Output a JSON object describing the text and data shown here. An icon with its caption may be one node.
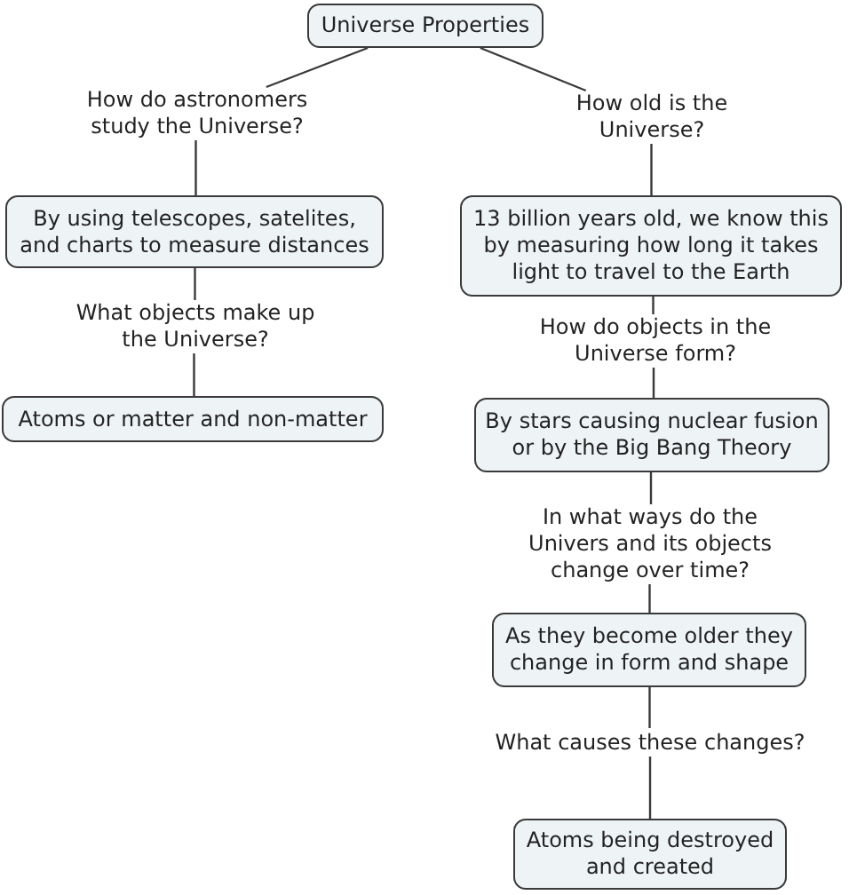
{
  "diagram": {
    "nodes": [
      {
        "text": [
          "Universe Properties"
        ]
      },
      {
        "text": [
          "How do astronomers study the Universe?"
        ]
      },
      {
        "text": [
          "How old is the Universe?"
        ]
      },
      {
        "text": [
          "By using telescopes, satelites, and charts to measure distances"
        ]
      },
      {
        "text": [
          "13 billion years old, we know this by measuring how long it takes light to travel to the Earth"
        ]
      },
      {
        "text": [
          "What objects make up the Universe?"
        ]
      },
      {
        "text": [
          "How do objects in the Universe form?"
        ]
      },
      {
        "text": [
          "Atoms or matter and non-matter"
        ]
      },
      {
        "text": [
          "By stars causing nuclear fusion or by the Big Bang Theory"
        ]
      },
      {
        "text": [
          "In what ways do the Univers and its objects change over time?"
        ]
      },
      {
        "text": [
          "As they become older they change in form and shape"
        ]
      },
      {
        "text": [
          "What causes these changes?"
        ]
      },
      {
        "text": [
          "Atoms being destroyed and created"
        ]
      }
    ],
    "edges": [
      {
        "from": 0,
        "to": 1,
        "arrow": "none"
      },
      {
        "from": 0,
        "to": 2,
        "arrow": "none"
      },
      {
        "from": 1,
        "to": 3,
        "arrow": "none"
      },
      {
        "from": 2,
        "to": 4,
        "arrow": "none"
      },
      {
        "from": 3,
        "to": 5,
        "arrow": "none"
      },
      {
        "from": 5,
        "to": 7,
        "arrow": "none"
      },
      {
        "from": 4,
        "to": 6,
        "arrow": "none"
      },
      {
        "from": 6,
        "to": 8,
        "arrow": "none"
      },
      {
        "from": 8,
        "to": 9,
        "arrow": "none"
      },
      {
        "from": 9,
        "to": 10,
        "arrow": "none"
      },
      {
        "from": 10,
        "to": 11,
        "arrow": "none"
      },
      {
        "from": 11,
        "to": 12,
        "arrow": "none"
      }
    ]
  }
}
